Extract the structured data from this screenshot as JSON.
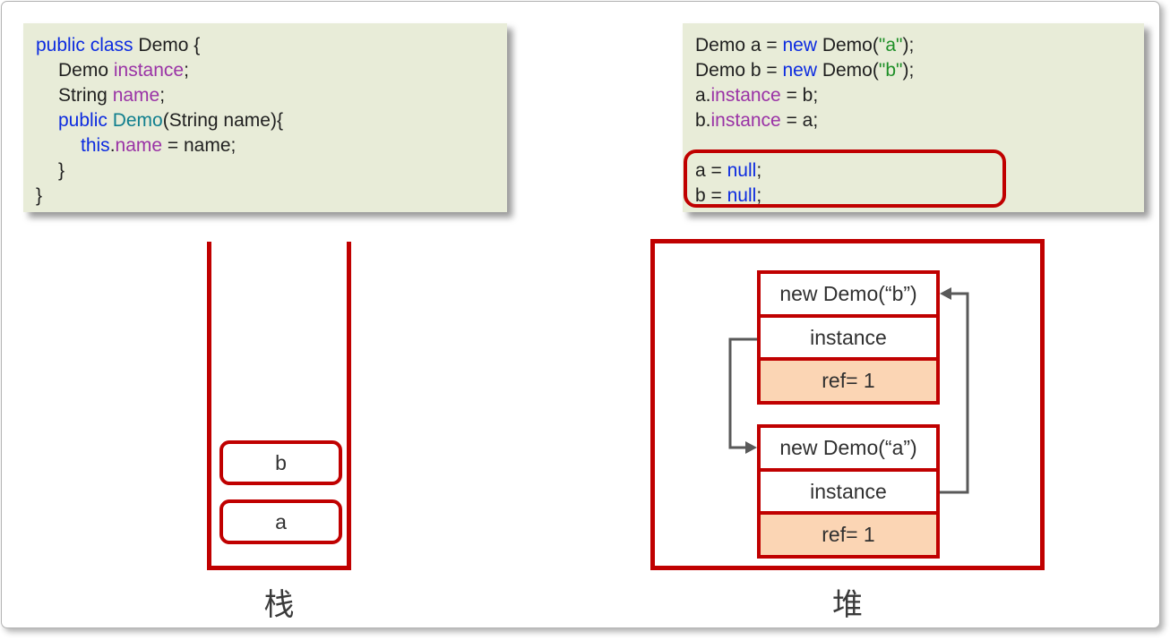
{
  "colors": {
    "red": "#c00000",
    "peach": "#fbd5b4",
    "arrow": "#595959",
    "code_bg": "#e8ecd8",
    "keyword_blue": "#0c2be0",
    "field_purple": "#9a33a6",
    "type_teal": "#107f8e",
    "string_green": "#1e8f27",
    "text": "#1f1f1f"
  },
  "class_code": {
    "lines": [
      {
        "indent": 0,
        "segments": [
          [
            "k",
            "public class"
          ],
          [
            "p",
            " Demo {"
          ]
        ]
      },
      {
        "indent": 1,
        "segments": [
          [
            "p",
            "Demo "
          ],
          [
            "f",
            "instance"
          ],
          [
            "p",
            ";"
          ]
        ]
      },
      {
        "indent": 1,
        "segments": [
          [
            "p",
            "String "
          ],
          [
            "f",
            "name"
          ],
          [
            "p",
            ";"
          ]
        ]
      },
      {
        "indent": 1,
        "segments": [
          [
            "k",
            "public "
          ],
          [
            "t",
            "Demo"
          ],
          [
            "p",
            "(String name){"
          ]
        ]
      },
      {
        "indent": 2,
        "segments": [
          [
            "k",
            "this"
          ],
          [
            "p",
            "."
          ],
          [
            "f",
            "name"
          ],
          [
            "p",
            " = name;"
          ]
        ]
      },
      {
        "indent": 1,
        "segments": [
          [
            "p",
            "}"
          ]
        ]
      },
      {
        "indent": 0,
        "segments": [
          [
            "p",
            "}"
          ]
        ]
      }
    ]
  },
  "main_code": {
    "lines": [
      {
        "indent": 0,
        "segments": [
          [
            "p",
            "Demo a = "
          ],
          [
            "k",
            "new"
          ],
          [
            "p",
            " Demo("
          ],
          [
            "s",
            "\"a\""
          ],
          [
            "p",
            ");"
          ]
        ]
      },
      {
        "indent": 0,
        "segments": [
          [
            "p",
            "Demo b = "
          ],
          [
            "k",
            "new"
          ],
          [
            "p",
            " Demo("
          ],
          [
            "s",
            "\"b\""
          ],
          [
            "p",
            ");"
          ]
        ]
      },
      {
        "indent": 0,
        "segments": [
          [
            "p",
            "a."
          ],
          [
            "f",
            "instance"
          ],
          [
            "p",
            " = b;"
          ]
        ]
      },
      {
        "indent": 0,
        "segments": [
          [
            "p",
            "b."
          ],
          [
            "f",
            "instance"
          ],
          [
            "p",
            " = a;"
          ]
        ]
      },
      {
        "indent": 0,
        "segments": []
      },
      {
        "indent": 0,
        "segments": [
          [
            "p",
            "a = "
          ],
          [
            "k",
            "null"
          ],
          [
            "p",
            ";"
          ]
        ]
      },
      {
        "indent": 0,
        "segments": [
          [
            "p",
            "b = "
          ],
          [
            "k",
            "null"
          ],
          [
            "p",
            ";"
          ]
        ]
      }
    ]
  },
  "stack": {
    "label": "栈",
    "items": [
      "b",
      "a"
    ]
  },
  "heap": {
    "label": "堆",
    "objects": [
      {
        "title": "new Demo(“b”)",
        "field": "instance",
        "ref": "ref= 1"
      },
      {
        "title": "new Demo(“a”)",
        "field": "instance",
        "ref": "ref= 1"
      }
    ]
  }
}
